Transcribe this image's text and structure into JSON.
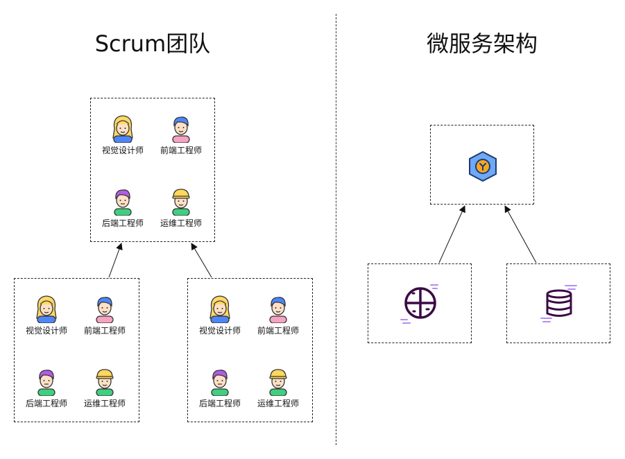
{
  "left_section": {
    "title": "Scrum团队"
  },
  "right_section": {
    "title": "微服务架构"
  },
  "teams": [
    {
      "members": [
        {
          "role": "视觉设计师",
          "avatar": "woman-yellow-hair-icon"
        },
        {
          "role": "前端工程师",
          "avatar": "man-blue-hair-icon"
        },
        {
          "role": "后端工程师",
          "avatar": "man-purple-hair-icon"
        },
        {
          "role": "运维工程师",
          "avatar": "man-yellow-helmet-icon"
        }
      ]
    },
    {
      "members": [
        {
          "role": "视觉设计师",
          "avatar": "woman-yellow-hair-icon"
        },
        {
          "role": "前端工程师",
          "avatar": "man-blue-hair-icon"
        },
        {
          "role": "后端工程师",
          "avatar": "man-purple-hair-icon"
        },
        {
          "role": "运维工程师",
          "avatar": "man-yellow-helmet-icon"
        }
      ]
    },
    {
      "members": [
        {
          "role": "视觉设计师",
          "avatar": "woman-yellow-hair-icon"
        },
        {
          "role": "前端工程师",
          "avatar": "man-blue-hair-icon"
        },
        {
          "role": "后端工程师",
          "avatar": "man-purple-hair-icon"
        },
        {
          "role": "运维工程师",
          "avatar": "man-yellow-helmet-icon"
        }
      ]
    }
  ],
  "services": [
    {
      "icon": "hexagon-router-icon",
      "color": "#f5a623"
    },
    {
      "icon": "globe-network-icon",
      "color": "#3b0a45"
    },
    {
      "icon": "database-icon",
      "color": "#3b0a45"
    }
  ],
  "colors": {
    "skin": "#fde0c5",
    "woman_hair": "#ffd966",
    "blue_hair": "#4f86f7",
    "purple_hair": "#b05ce6",
    "helmet": "#ffd75e",
    "shirt_blue": "#4f86f7",
    "shirt_pink": "#f5a3c0",
    "shirt_green": "#3fcf7f",
    "accent_purple": "#b38df5"
  }
}
